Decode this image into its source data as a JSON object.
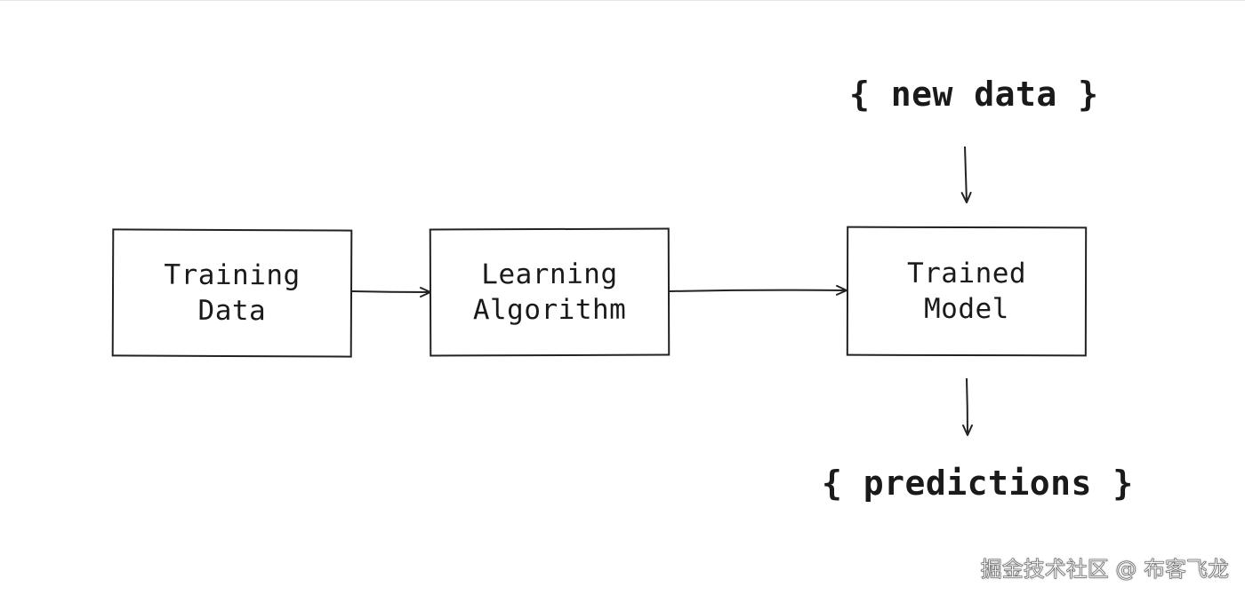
{
  "diagram": {
    "nodes": [
      {
        "id": "training_data",
        "lines": [
          "Training",
          "Data"
        ]
      },
      {
        "id": "learning_algorithm",
        "lines": [
          "Learning",
          "Algorithm"
        ]
      },
      {
        "id": "trained_model",
        "lines": [
          "Trained",
          "Model"
        ]
      }
    ],
    "inputs": {
      "new_data": "{ new data }"
    },
    "outputs": {
      "predictions": "{ predictions }"
    },
    "edges": [
      {
        "from": "training_data",
        "to": "learning_algorithm"
      },
      {
        "from": "learning_algorithm",
        "to": "trained_model"
      },
      {
        "from": "new_data",
        "to": "trained_model"
      },
      {
        "from": "trained_model",
        "to": "predictions"
      }
    ]
  },
  "watermark": {
    "text": "掘金技术社区 @ 布客飞龙"
  }
}
